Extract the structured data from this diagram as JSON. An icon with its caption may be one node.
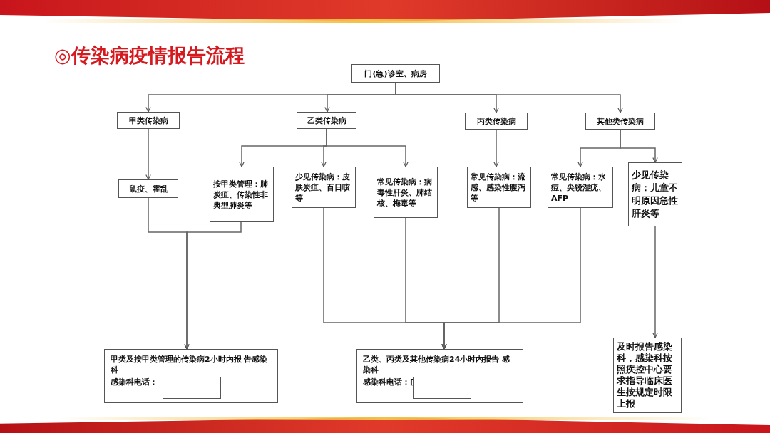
{
  "diagram": {
    "title": "◎传染病疫情报告流程",
    "nodes": [
      {
        "text": [
          "门(急)诊室、病房"
        ]
      },
      {
        "text": [
          "甲类传染病"
        ]
      },
      {
        "text": [
          "乙类传染病"
        ]
      },
      {
        "text": [
          "丙类传染病"
        ]
      },
      {
        "text": [
          "其他类传染病"
        ]
      },
      {
        "text": [
          "鼠疫、霍乱"
        ]
      },
      {
        "text": [
          "按甲类管理：肺炭疽、传染性非典型肺炎等"
        ]
      },
      {
        "text": [
          "少见传染病：皮肤炭疽、百日咳等"
        ]
      },
      {
        "text": [
          "常见传染病：病毒性肝炎、肺结核、梅毒等"
        ]
      },
      {
        "text": [
          "常见传染病：流感、感染性腹泻等"
        ]
      },
      {
        "text": [
          "常见传染病：水痘、尖锐湿疣、AFP"
        ]
      },
      {
        "text": [
          "少见传染病：儿童不明原因急性肝炎等"
        ]
      },
      {
        "text": [
          "甲类及按甲类管理的传染病2小时内报 告感染科",
          "感染科电话："
        ]
      },
      {
        "text": [],
        "shape": "box",
        "in": 12
      },
      {
        "text": [
          "乙类、丙类及其他传染病24小时内报告 感染科",
          "感染科电话：["
        ]
      },
      {
        "text": [],
        "shape": "box",
        "in": 14
      },
      {
        "text": [
          "及时报告感染科，感染科按照疾控中心要求指导临床医生按规定时限上报"
        ]
      }
    ],
    "edges": [
      {
        "from": 0,
        "to": 1,
        "arrow": "to"
      },
      {
        "from": 0,
        "to": 2,
        "arrow": "to"
      },
      {
        "from": 0,
        "to": 3,
        "arrow": "to"
      },
      {
        "from": 0,
        "to": 4,
        "arrow": "to"
      },
      {
        "from": 1,
        "to": 5,
        "arrow": "to"
      },
      {
        "from": 2,
        "to": 6,
        "arrow": "to"
      },
      {
        "from": 2,
        "to": 7,
        "arrow": "to"
      },
      {
        "from": 2,
        "to": 8,
        "arrow": "to"
      },
      {
        "from": 3,
        "to": 9,
        "arrow": "to"
      },
      {
        "from": 4,
        "to": 10,
        "arrow": "to"
      },
      {
        "from": 4,
        "to": 11,
        "arrow": "to"
      },
      {
        "from": 5,
        "to": 12,
        "arrow": "to"
      },
      {
        "from": 6,
        "to": 12,
        "arrow": "to"
      },
      {
        "from": 7,
        "to": 14,
        "arrow": "to"
      },
      {
        "from": 8,
        "to": 14,
        "arrow": "to"
      },
      {
        "from": 9,
        "to": 14,
        "arrow": "to"
      },
      {
        "from": 10,
        "to": 14,
        "arrow": "to"
      },
      {
        "from": 11,
        "to": 16,
        "arrow": "to"
      }
    ]
  }
}
